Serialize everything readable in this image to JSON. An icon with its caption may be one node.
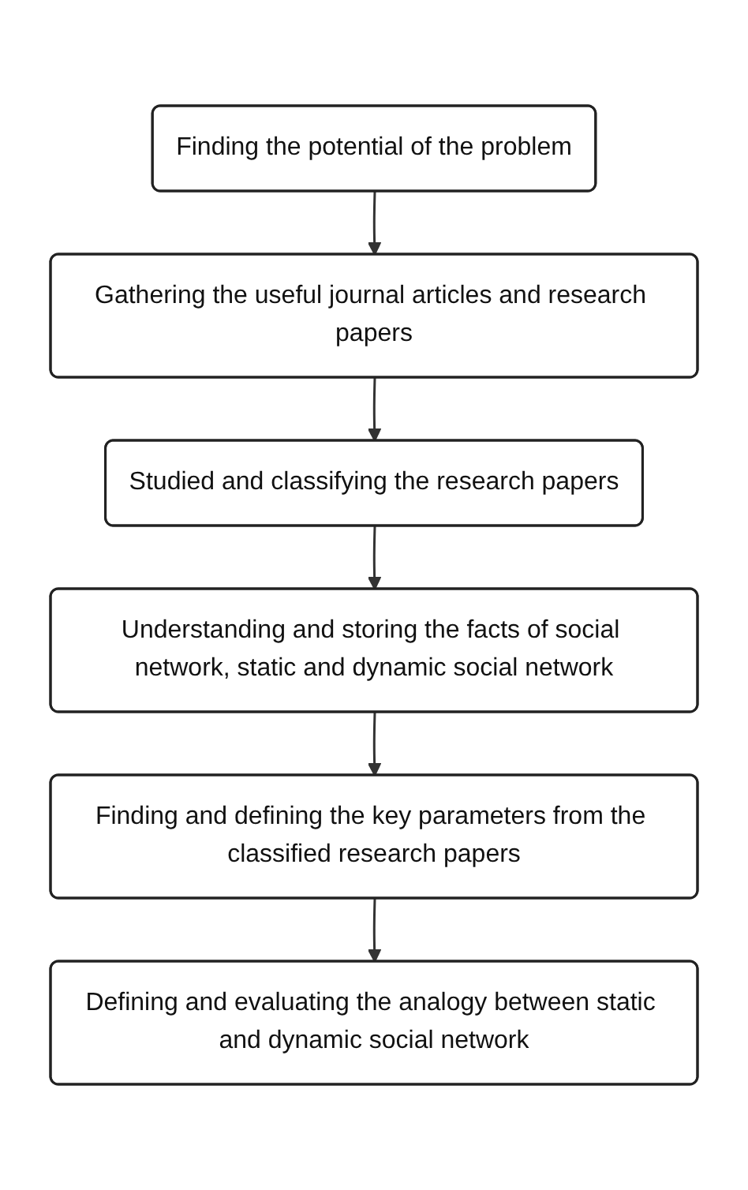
{
  "diagram": {
    "nodes": [
      {
        "text": [
          "Finding  the potential of the problem"
        ]
      },
      {
        "text": [
          "Gathering the useful journal articles and research papers"
        ]
      },
      {
        "text": [
          "Studied and classifying the research papers"
        ]
      },
      {
        "text": [
          "Understanding and storing the facts of social network, static and dynamic social network"
        ]
      },
      {
        "text": [
          "Finding and defining the key parameters from the classified research papers"
        ]
      },
      {
        "text": [
          "Defining and evaluating the analogy between static and dynamic social network"
        ]
      }
    ],
    "edges": [
      {
        "from": 0,
        "to": 1,
        "arrow": "to"
      },
      {
        "from": 1,
        "to": 2,
        "arrow": "to"
      },
      {
        "from": 2,
        "to": 3,
        "arrow": "to"
      },
      {
        "from": 3,
        "to": 4,
        "arrow": "to"
      },
      {
        "from": 4,
        "to": 5,
        "arrow": "to"
      }
    ]
  }
}
